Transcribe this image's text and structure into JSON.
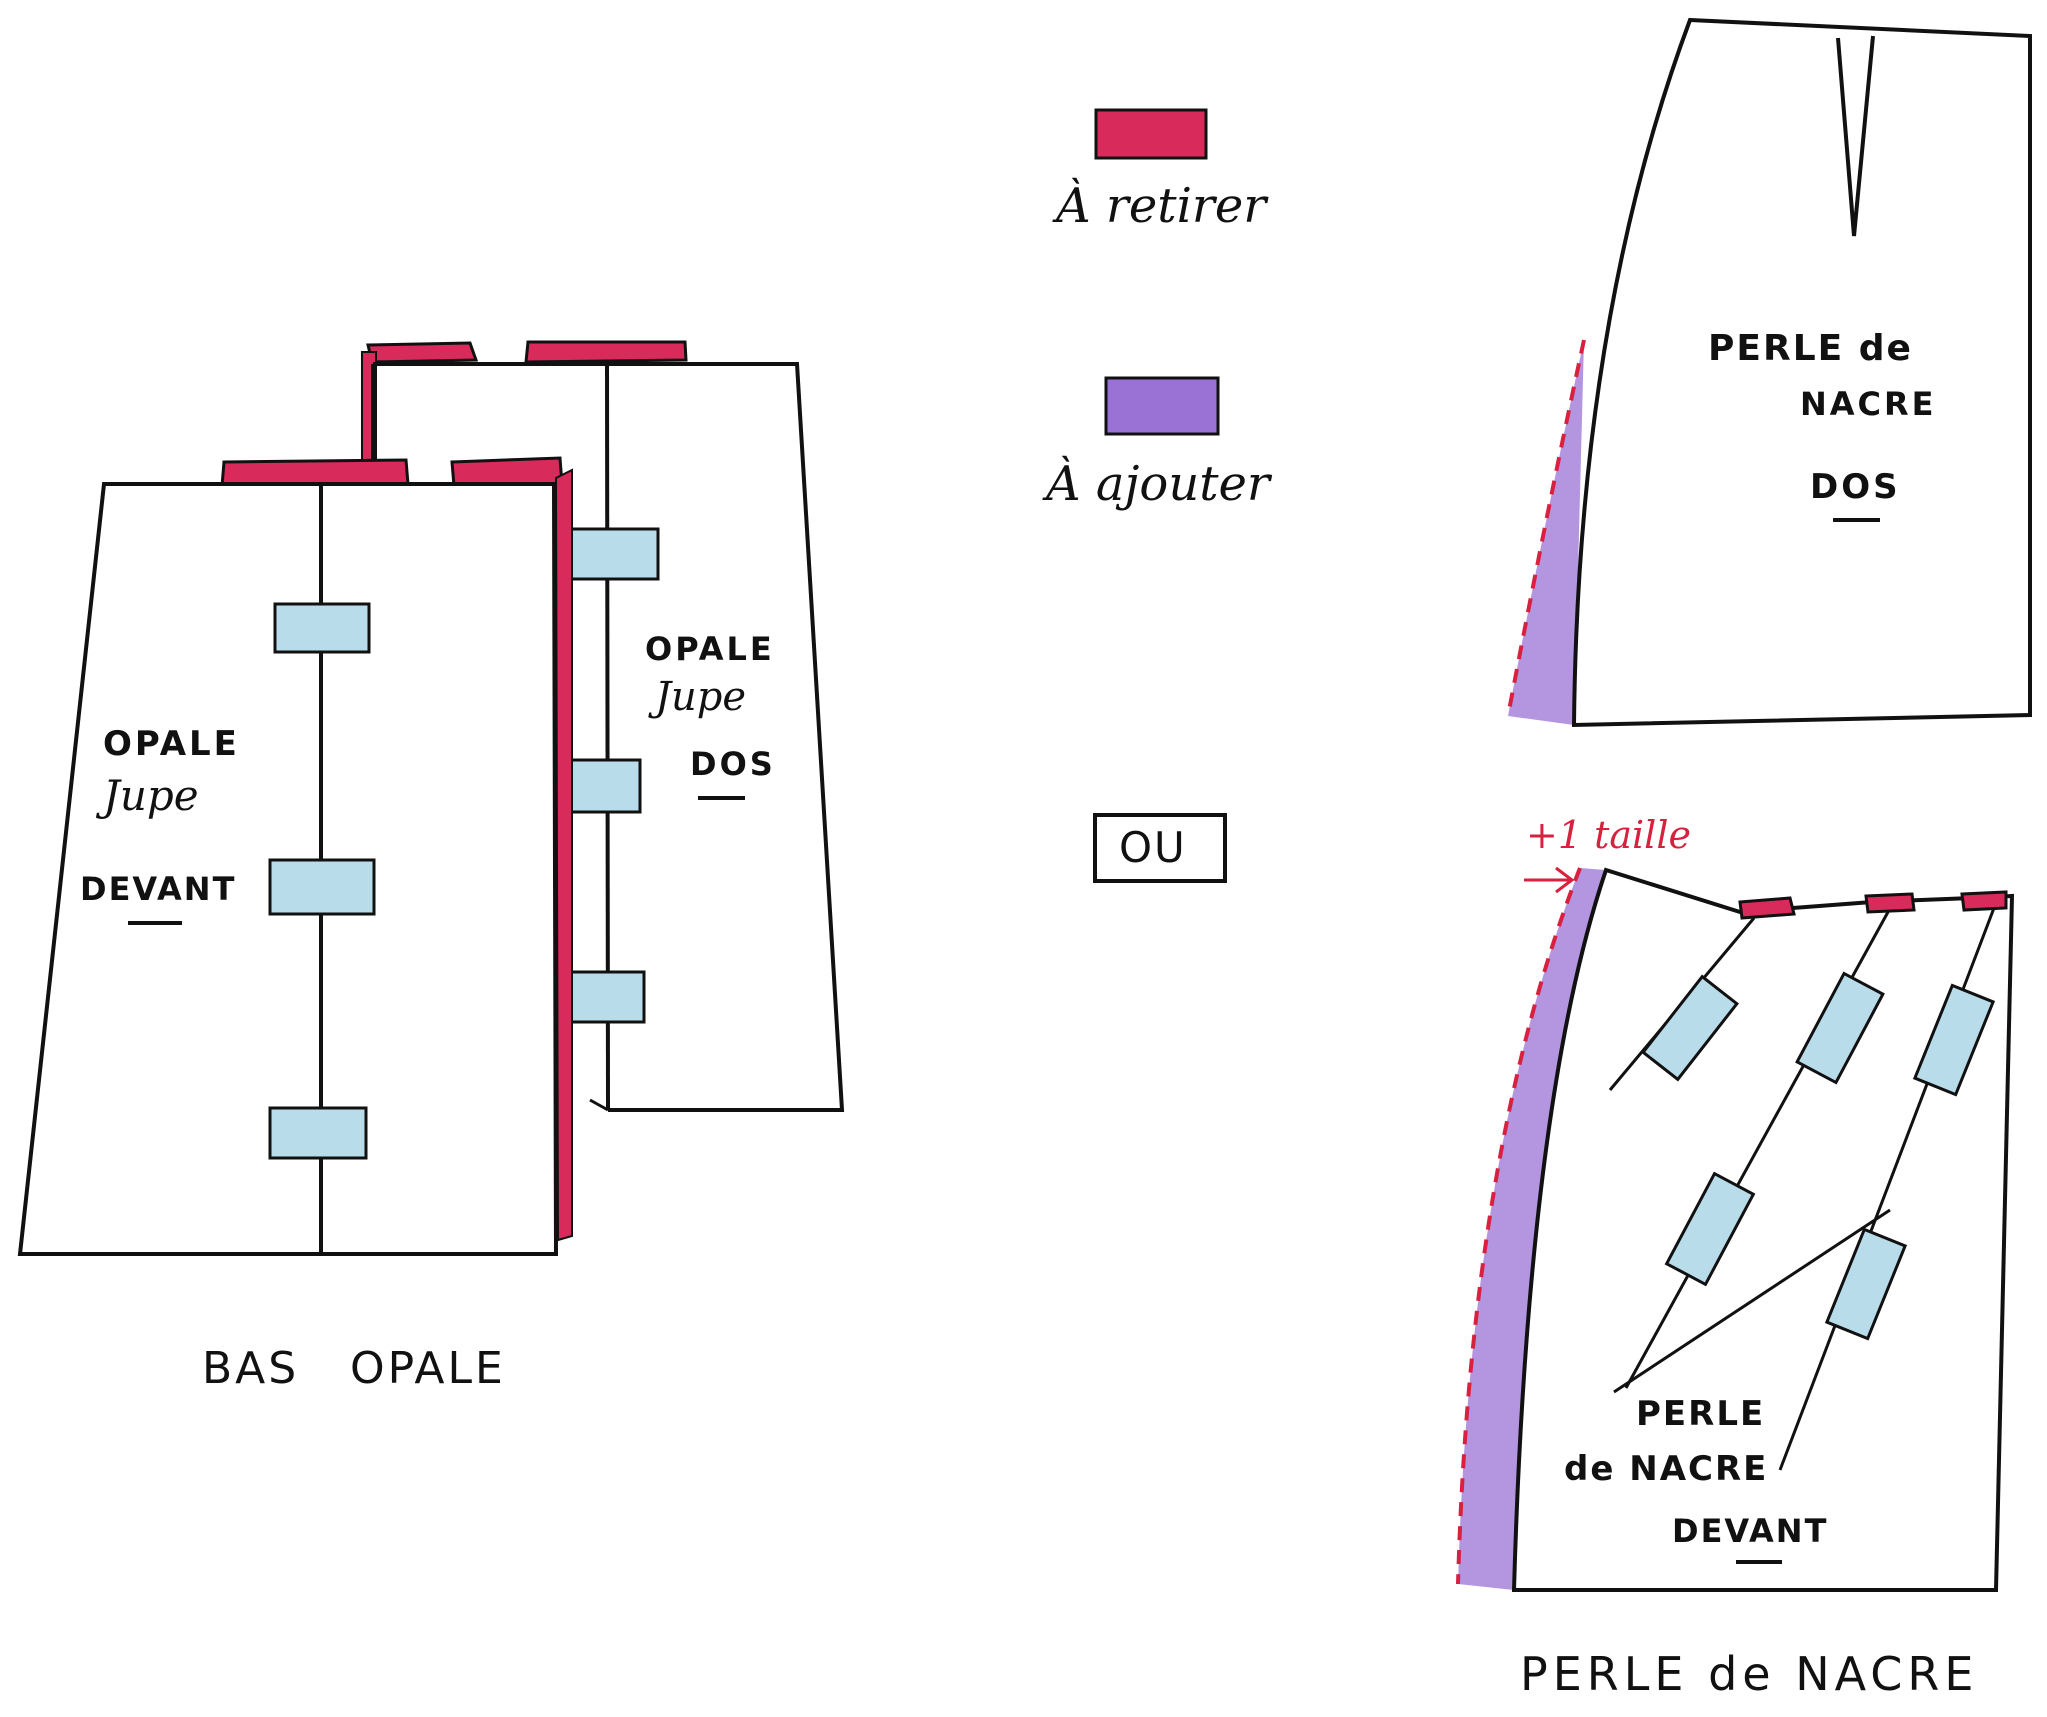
{
  "legend": {
    "remove_label": "À retirer",
    "add_label": "À ajouter",
    "or_label": "OU",
    "remove_color": "#d92a5c",
    "add_color": "#9a72d6"
  },
  "opale": {
    "front_title": "OPALE",
    "front_subtitle": "Jupe",
    "front_piece": "DEVANT",
    "back_title": "OPALE",
    "back_subtitle": "Jupe",
    "back_piece": "DOS",
    "caption_part1": "BAS",
    "caption_part2": "OPALE"
  },
  "perle": {
    "back_line1": "PERLE de",
    "back_line2": "NACRE",
    "back_piece": "DOS",
    "size_note": "+1 taille",
    "front_line1": "PERLE",
    "front_line2": "de NACRE",
    "front_piece": "DEVANT",
    "caption": "PERLE de NACRE"
  },
  "colors": {
    "tape": "#b9dcea",
    "ink": "#111111",
    "red_ink": "#d8203f"
  }
}
